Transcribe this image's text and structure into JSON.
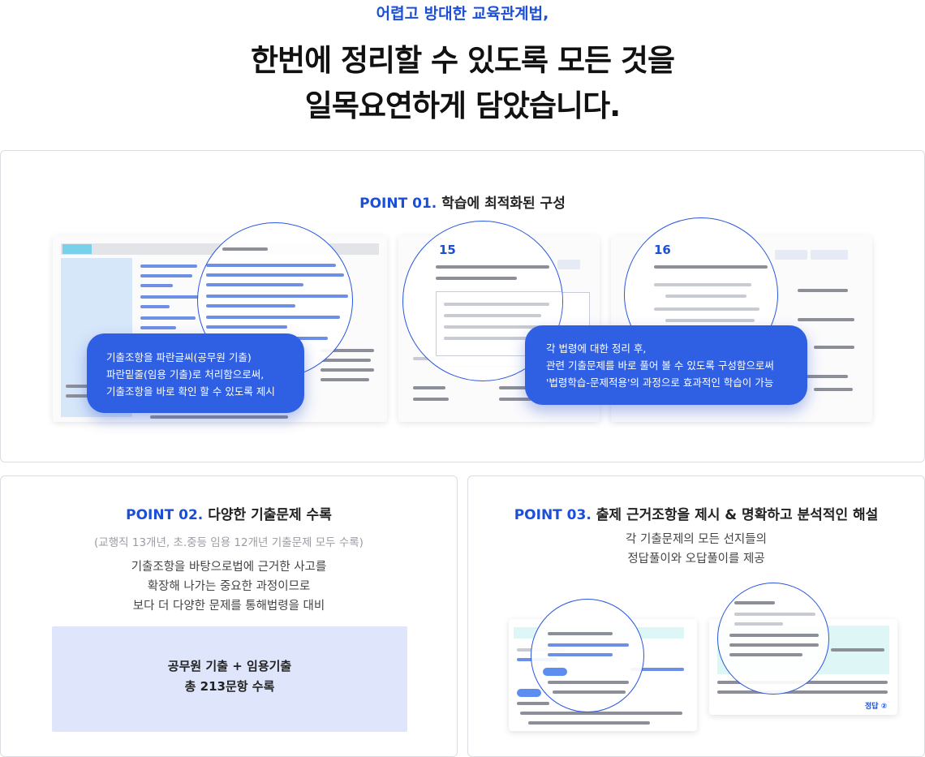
{
  "intro": {
    "eyebrow": "어렵고 방대한 교육관계법,",
    "headline_line1": "한번에 정리할 수 있도록 모든 것을",
    "headline_line2": "일목요연하게 담았습니다."
  },
  "point1": {
    "number": "POINT 01.",
    "title": "학습에 최적화된 구성",
    "bubble_left": [
      "기출조항을 파란글씨(공무원 기출)",
      "파란밑줄(임용 기출)로 처리함으로써,",
      "기출조항을 바로 확인 할 수 있도록 제시"
    ],
    "bubble_right": [
      "각 법령에 대한 정리 후,",
      "관련 기출문제를 바로 풀어 볼 수 있도록 구성함으로써",
      "'법령학습-문제적용'의 과정으로 효과적인 학습이 가능"
    ],
    "sample_q1_number": "15",
    "sample_q2_number": "16"
  },
  "point2": {
    "number": "POINT 02.",
    "title": "다양한 기출문제 수록",
    "sub_note": "(교행직 13개년, 초.중등 임용 12개년 기출문제 모두 수록)",
    "desc": [
      "기출조항을 바탕으로법에 근거한 사고를",
      "확장해 나가는 중요한 과정이므로",
      "보다 더 다양한 문제를 통해법령을 대비"
    ],
    "summary_line1": "공무원 기출 + 임용기출",
    "summary_line2": "총 213문항 수록"
  },
  "point3": {
    "number": "POINT 03.",
    "title": "출제 근거조항을 제시 & 명확하고 분석적인 해설",
    "desc": [
      "각 기출문제의 모든 선지들의",
      "정답풀이와 오답풀이를 제공"
    ],
    "answer_mark": "정답 ②"
  },
  "colors": {
    "accent": "#1c4fd6",
    "bubble": "#2f5fe3",
    "summary_bg": "#dfe6fb"
  }
}
